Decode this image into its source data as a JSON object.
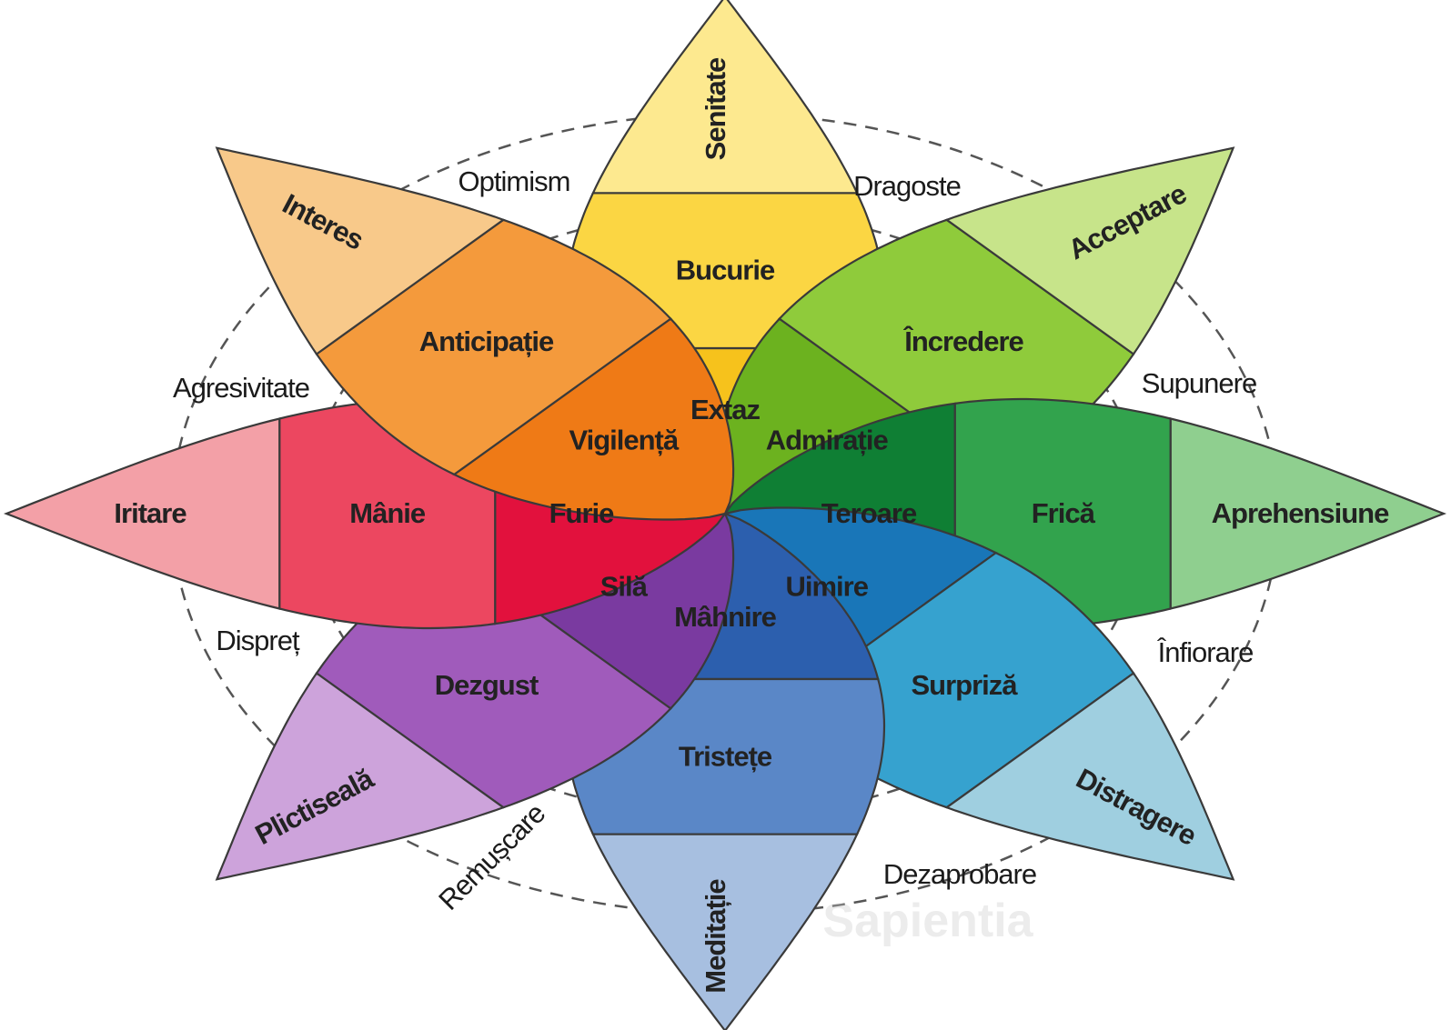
{
  "heading": "",
  "colors": {
    "background": "#ffffff",
    "outline": "#3a3a3a",
    "ring": "#555555",
    "heading": "#e76f9f"
  },
  "petals": [
    {
      "key": "joy",
      "angle_deg": 0,
      "inner": "Extaz",
      "middle": "Bucurie",
      "outer": "Senitate",
      "colors": [
        "#f6c21c",
        "#fbd643",
        "#fde98f"
      ]
    },
    {
      "key": "trust",
      "angle_deg": 45,
      "inner": "Admirație",
      "middle": "Încredere",
      "outer": "Acceptare",
      "colors": [
        "#6cb21f",
        "#8fcb3b",
        "#c7e48a"
      ]
    },
    {
      "key": "fear",
      "angle_deg": 90,
      "inner": "Teroare",
      "middle": "Frică",
      "outer": "Aprehensiune",
      "colors": [
        "#0f7f34",
        "#32a34d",
        "#8fcf8f"
      ]
    },
    {
      "key": "surprise",
      "angle_deg": 135,
      "inner": "Uimire",
      "middle": "Surpriză",
      "outer": "Distragere",
      "colors": [
        "#1976b8",
        "#36a2cf",
        "#9fcfe0"
      ]
    },
    {
      "key": "sadness",
      "angle_deg": 180,
      "inner": "Mâhnire",
      "middle": "Tristețe",
      "outer": "Meditație",
      "colors": [
        "#2c5fae",
        "#5a87c7",
        "#a7bfe0"
      ]
    },
    {
      "key": "disgust",
      "angle_deg": 225,
      "inner": "Silă",
      "middle": "Dezgust",
      "outer": "Plictiseală",
      "colors": [
        "#7a3aa0",
        "#a05bbb",
        "#cda3db"
      ]
    },
    {
      "key": "anger",
      "angle_deg": 270,
      "inner": "Furie",
      "middle": "Mânie",
      "outer": "Iritare",
      "colors": [
        "#e2113d",
        "#ec4760",
        "#f3a0a7"
      ]
    },
    {
      "key": "anticipation",
      "angle_deg": 315,
      "inner": "Vigilență",
      "middle": "Anticipație",
      "outer": "Interes",
      "colors": [
        "#ef7a16",
        "#f49a3c",
        "#f8c98a"
      ]
    }
  ],
  "combinations": [
    {
      "label": "Optimism"
    },
    {
      "label": "Dragoste"
    },
    {
      "label": "Supunere"
    },
    {
      "label": "Înfiorare"
    },
    {
      "label": "Dezaprobare"
    },
    {
      "label": "Remușcare"
    },
    {
      "label": "Dispreț"
    },
    {
      "label": "Agresivitate"
    }
  ],
  "watermark": "Sapientia"
}
